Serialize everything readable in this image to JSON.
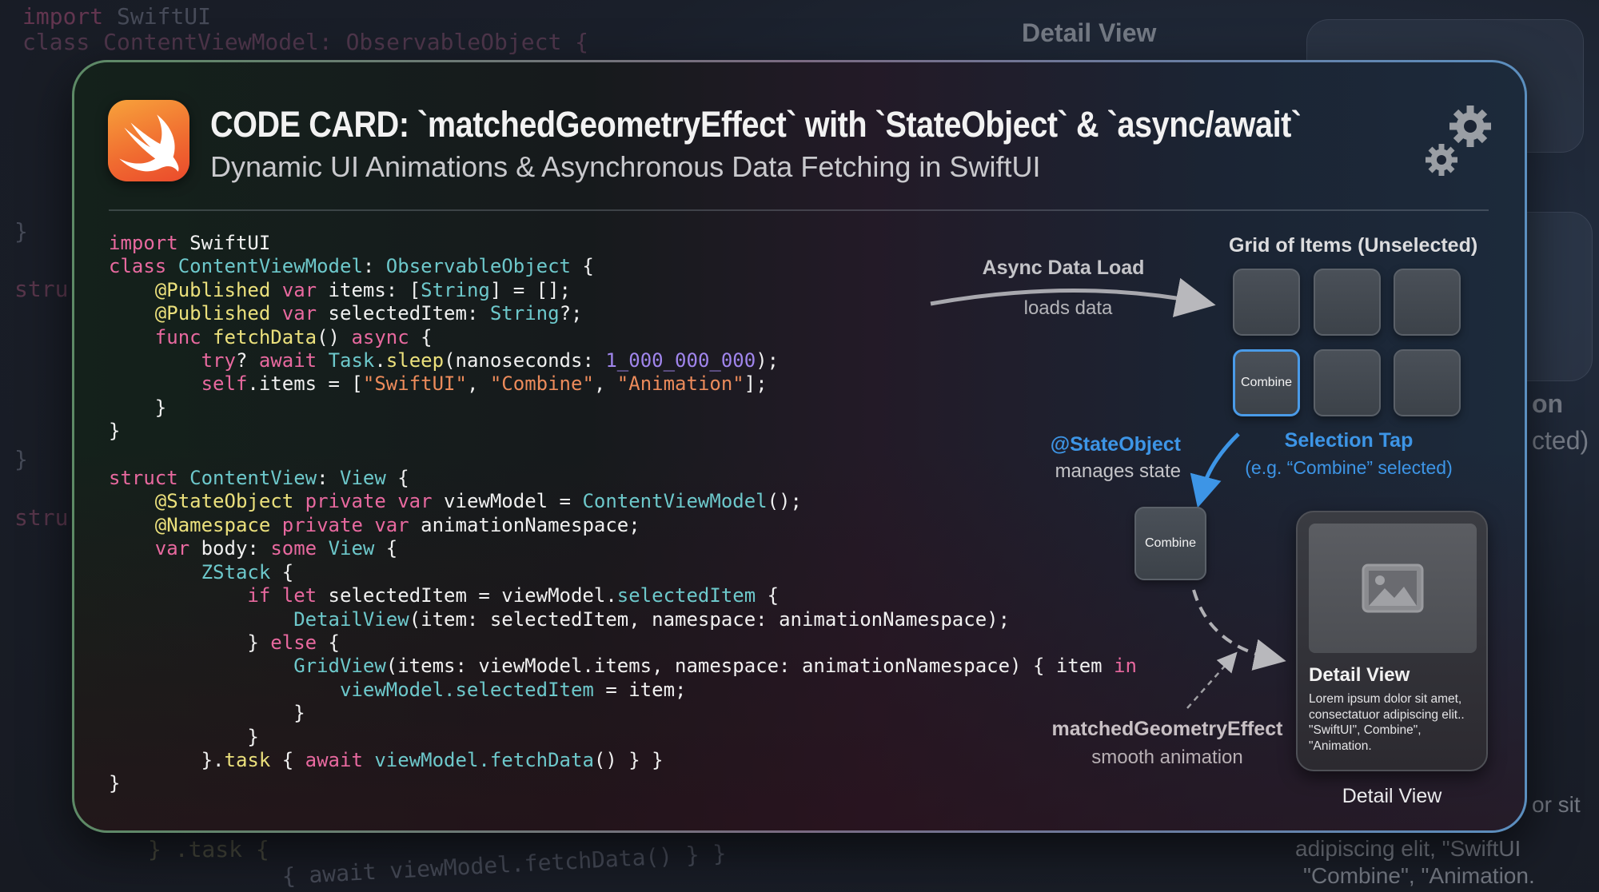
{
  "background": {
    "code_lines": [
      "import SwiftUI",
      "class ContentViewModel: ObservableObject {",
      "}",
      "stru",
      "}",
      "stru"
    ],
    "bottom_code": [
      "} .task {",
      "{ await viewModel.fetchData() } }"
    ],
    "detail_label": "Detail View",
    "right_fragments": [
      "on",
      "cted)"
    ],
    "bottom_right": [
      "or sit",
      "adipiscing elit, \"SwiftUI",
      "\"Combine\", \"Animation."
    ]
  },
  "card": {
    "title": "CODE CARD: `matchedGeometryEffect` with `StateObject` & `async/await`",
    "subtitle": "Dynamic UI Animations & Asynchronous Data Fetching in SwiftUI",
    "icons": [
      "swift-logo-icon",
      "gear-icon"
    ]
  },
  "code": {
    "lines": [
      [
        [
          "import",
          "kw"
        ],
        [
          " SwiftUI",
          "pl"
        ]
      ],
      [
        [
          "class",
          "kw"
        ],
        [
          " ",
          "pl"
        ],
        [
          "ContentViewModel",
          "ty"
        ],
        [
          ": ",
          "pl"
        ],
        [
          "ObservableObject",
          "ty"
        ],
        [
          " {",
          "pl"
        ]
      ],
      [
        [
          "    ",
          "pl"
        ],
        [
          "@Published",
          "fn"
        ],
        [
          " ",
          "pl"
        ],
        [
          "var",
          "kw"
        ],
        [
          " items: [",
          "pl"
        ],
        [
          "String",
          "ty"
        ],
        [
          "] = [];",
          "pl"
        ]
      ],
      [
        [
          "    ",
          "pl"
        ],
        [
          "@Published",
          "fn"
        ],
        [
          " ",
          "pl"
        ],
        [
          "var",
          "kw"
        ],
        [
          " selectedItem: ",
          "pl"
        ],
        [
          "String",
          "ty"
        ],
        [
          "?;",
          "pl"
        ]
      ],
      [
        [
          "    ",
          "pl"
        ],
        [
          "func",
          "kw"
        ],
        [
          " ",
          "pl"
        ],
        [
          "fetchData",
          "fn"
        ],
        [
          "() ",
          "pl"
        ],
        [
          "async",
          "kw"
        ],
        [
          " {",
          "pl"
        ]
      ],
      [
        [
          "        ",
          "pl"
        ],
        [
          "try",
          "kw"
        ],
        [
          "? ",
          "pl"
        ],
        [
          "await",
          "kw"
        ],
        [
          " ",
          "pl"
        ],
        [
          "Task",
          "ty"
        ],
        [
          ".",
          "pl"
        ],
        [
          "sleep",
          "fn"
        ],
        [
          "(nanoseconds: ",
          "pl"
        ],
        [
          "1_000_000_000",
          "nu"
        ],
        [
          ");",
          "pl"
        ]
      ],
      [
        [
          "        ",
          "pl"
        ],
        [
          "self",
          "kw"
        ],
        [
          ".items = [",
          "pl"
        ],
        [
          "\"SwiftUI\"",
          "st"
        ],
        [
          ", ",
          "pl"
        ],
        [
          "\"Combine\"",
          "st"
        ],
        [
          ", ",
          "pl"
        ],
        [
          "\"Animation\"",
          "st"
        ],
        [
          "];",
          "pl"
        ]
      ],
      [
        [
          "    }",
          "pl"
        ]
      ],
      [
        [
          "}",
          "pl"
        ]
      ],
      [
        [
          "",
          "pl"
        ]
      ],
      [
        [
          "struct",
          "kw"
        ],
        [
          " ",
          "pl"
        ],
        [
          "ContentView",
          "ty"
        ],
        [
          ": ",
          "pl"
        ],
        [
          "View",
          "ty"
        ],
        [
          " {",
          "pl"
        ]
      ],
      [
        [
          "    ",
          "pl"
        ],
        [
          "@StateObject",
          "fn"
        ],
        [
          " ",
          "pl"
        ],
        [
          "private var",
          "kw"
        ],
        [
          " viewModel = ",
          "pl"
        ],
        [
          "ContentViewModel",
          "ty"
        ],
        [
          "();",
          "pl"
        ]
      ],
      [
        [
          "    ",
          "pl"
        ],
        [
          "@Namespace",
          "fn"
        ],
        [
          " ",
          "pl"
        ],
        [
          "private var",
          "kw"
        ],
        [
          " animationNamespace;",
          "pl"
        ]
      ],
      [
        [
          "    ",
          "pl"
        ],
        [
          "var",
          "kw"
        ],
        [
          " body: ",
          "pl"
        ],
        [
          "some",
          "kw"
        ],
        [
          " ",
          "pl"
        ],
        [
          "View",
          "ty"
        ],
        [
          " {",
          "pl"
        ]
      ],
      [
        [
          "        ",
          "pl"
        ],
        [
          "ZStack",
          "ty"
        ],
        [
          " {",
          "pl"
        ]
      ],
      [
        [
          "            ",
          "pl"
        ],
        [
          "if let",
          "kw"
        ],
        [
          " selectedItem = viewModel.",
          "pl"
        ],
        [
          "selectedItem",
          "ty"
        ],
        [
          " {",
          "pl"
        ]
      ],
      [
        [
          "                ",
          "pl"
        ],
        [
          "DetailView",
          "ty"
        ],
        [
          "(item: selectedItem, namespace: animationNamespace);",
          "pl"
        ]
      ],
      [
        [
          "            } ",
          "pl"
        ],
        [
          "else",
          "kw"
        ],
        [
          " {",
          "pl"
        ]
      ],
      [
        [
          "                ",
          "pl"
        ],
        [
          "GridView",
          "ty"
        ],
        [
          "(items: viewModel.items, namespace: animationNamespace) { item ",
          "pl"
        ],
        [
          "in",
          "kw"
        ]
      ],
      [
        [
          "                    ",
          "pl"
        ],
        [
          "viewModel.selectedItem",
          "ty"
        ],
        [
          " = item;",
          "pl"
        ]
      ],
      [
        [
          "                }",
          "pl"
        ]
      ],
      [
        [
          "            }",
          "pl"
        ]
      ],
      [
        [
          "        }.",
          "pl"
        ],
        [
          "task",
          "fn"
        ],
        [
          " { ",
          "pl"
        ],
        [
          "await",
          "kw"
        ],
        [
          " ",
          "pl"
        ],
        [
          "viewModel.fetchData",
          "ty"
        ],
        [
          "() } }",
          "pl"
        ]
      ],
      [
        [
          "}",
          "pl"
        ]
      ]
    ]
  },
  "diagram": {
    "grid_title": "Grid of Items (Unselected)",
    "grid_items": [
      "",
      "",
      "",
      "Combine",
      "",
      ""
    ],
    "selected_index": 3,
    "async_title": "Async Data Load",
    "async_sub": "loads data",
    "stateobject_title": "@StateObject",
    "stateobject_sub": "manages state",
    "selection_title": "Selection Tap",
    "selection_sub": "(e.g. “Combine” selected)",
    "moving_item": "Combine",
    "mge_title": "matchedGeometryEffect",
    "mge_sub": "smooth animation",
    "detail": {
      "title": "Detail View",
      "body": "Lorem ipsum dolor sit amet, consectatuor adipiscing elit.. \"SwiftUI\", Combine\", \"Animation.",
      "caption": "Detail View"
    },
    "accent_color": "#4a9be8"
  }
}
